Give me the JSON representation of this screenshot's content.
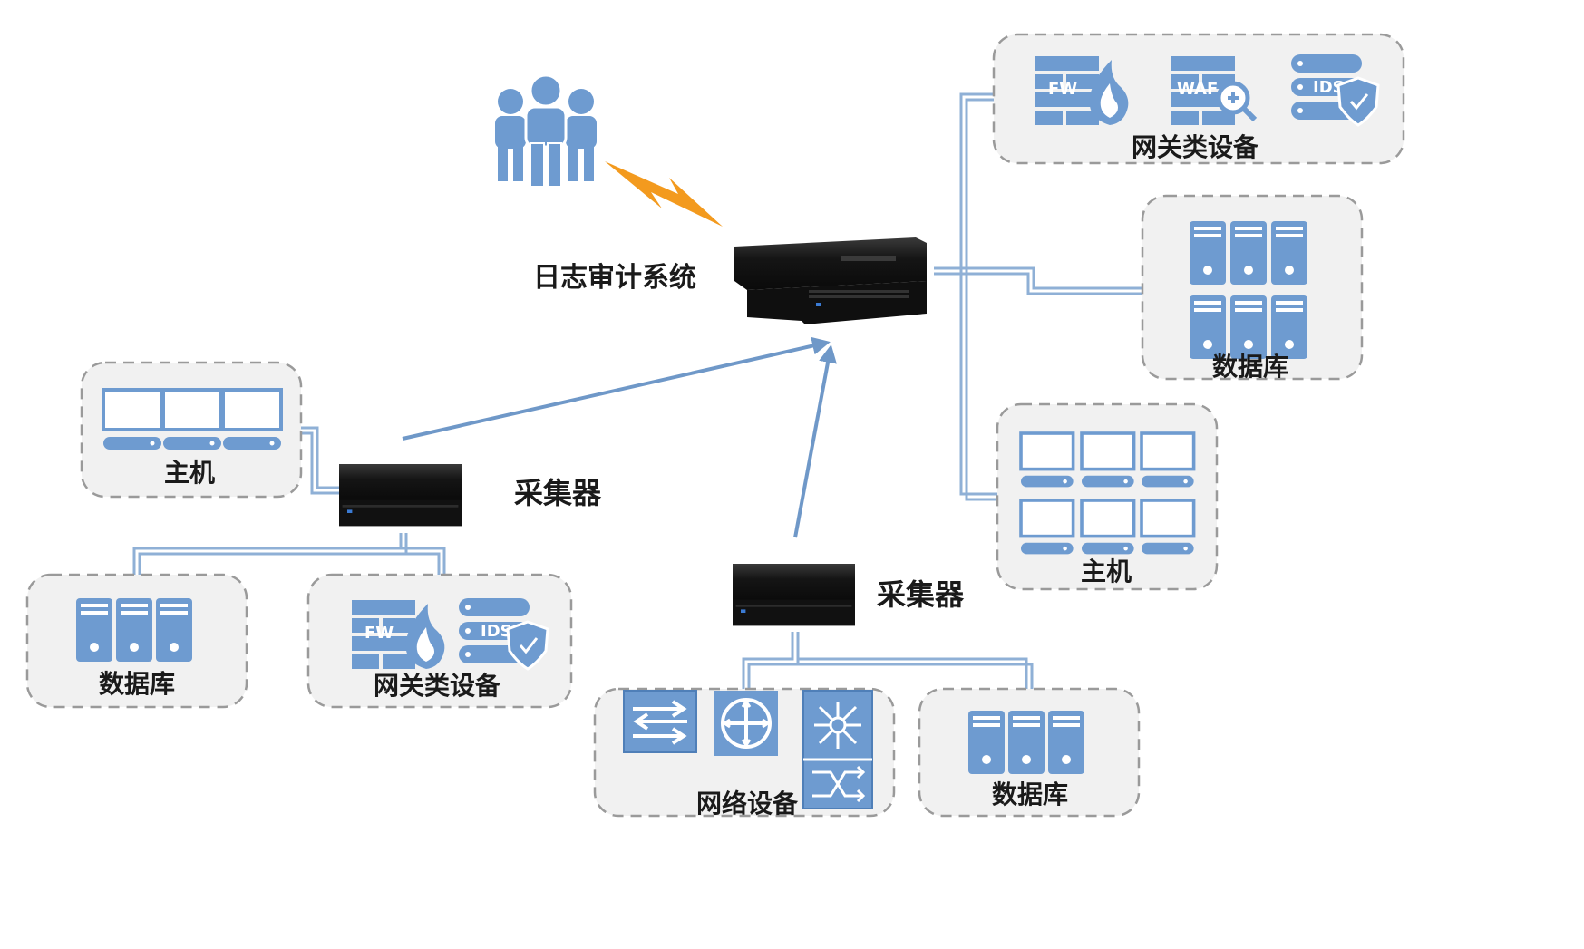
{
  "labels": {
    "log_audit_system": "日志审计系统",
    "collector_left": "采集器",
    "collector_bottom": "采集器",
    "gateway_top_right": "网关类设备",
    "database_right": "数据库",
    "host_right": "主机",
    "host_left": "主机",
    "database_left": "数据库",
    "gateway_left": "网关类设备",
    "network_devices": "网络设备",
    "database_bottom": "数据库"
  },
  "device_badges": {
    "fw": "FW",
    "waf": "WAF",
    "ids": "IDS"
  },
  "colors": {
    "device_blue": "#6e9bd0",
    "pipe_blue": "#8fb0d6",
    "lightning_orange": "#f39a1e",
    "server_black": "#1b1b1b"
  }
}
